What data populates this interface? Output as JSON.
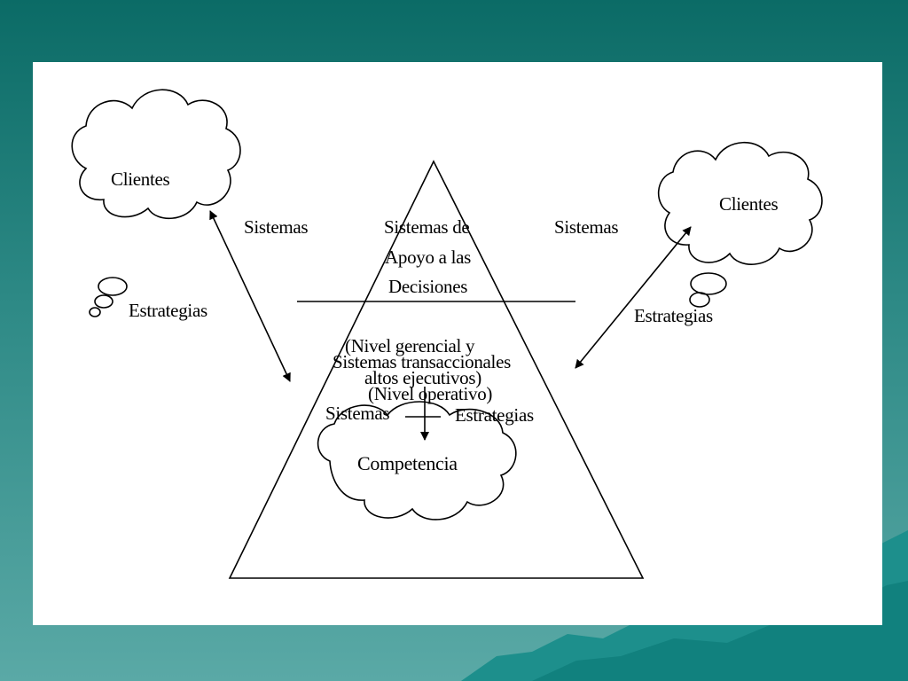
{
  "clients_left": "Clientes",
  "clients_right": "Clientes",
  "sistemas_left": "Sistemas",
  "sistemas_right": "Sistemas",
  "estrategias_left": "Estrategias",
  "estrategias_right": "Estrategias",
  "pyramid_top": {
    "line1": "Sistemas de",
    "line2": "Apoyo a las",
    "line3": "Decisiones"
  },
  "pyramid_middle": {
    "line1": "(Nivel gerencial y",
    "line2": "Sistemas transaccionales",
    "line3": "altos ejecutivos)",
    "line4": "(Nivel operativo)"
  },
  "sistemas_bottom": "Sistemas",
  "estrategias_bottom": "Estrategias",
  "competencia": "Competencia",
  "colors": {
    "background_top": "#0b6b66",
    "background_bottom": "#5aa9a6",
    "panel": "#ffffff",
    "ink": "#000000"
  }
}
